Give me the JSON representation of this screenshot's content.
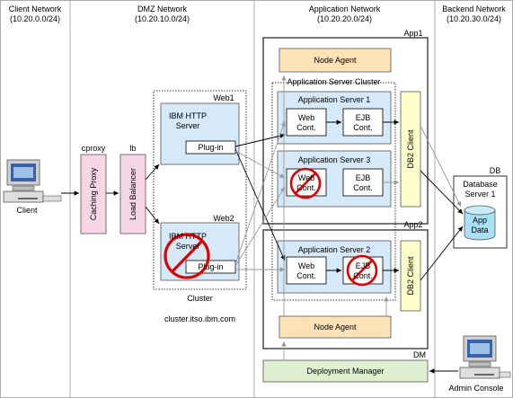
{
  "zones": [
    {
      "name": "Client Network",
      "subnet": "(10.20.0.0/24)"
    },
    {
      "name": "DMZ Network",
      "subnet": "(10.20.10.0/24)"
    },
    {
      "name": "Application Network",
      "subnet": "(10.20.20.0/24)"
    },
    {
      "name": "Backend Network",
      "subnet": "(10.20.30.0/24)"
    }
  ],
  "client": {
    "label": "Client"
  },
  "cproxy": {
    "title": "cproxy",
    "label": "Caching Proxy"
  },
  "lb": {
    "title": "lb",
    "label": "Load Balancer"
  },
  "web1": {
    "title": "Web1",
    "server_line1": "IBM HTTP",
    "server_line2": "Server",
    "plugin": "Plug-in"
  },
  "web2": {
    "title": "Web2",
    "server_line1": "IBM HTTP",
    "server_line2": "Server",
    "plugin": "Plug-in"
  },
  "web_cluster": {
    "label": "Cluster",
    "host": "cluster.itso.ibm.com"
  },
  "app1": {
    "title": "App1",
    "node_agent": "Node Agent",
    "cluster_label": "Application Server Cluster",
    "as1": {
      "title": "Application Server 1",
      "web1": "Web",
      "web2": "Cont.",
      "ejb1": "EJB",
      "ejb2": "Cont."
    },
    "as3": {
      "title": "Application Server 3",
      "web1": "Web",
      "web2": "Cont.",
      "ejb1": "EJB",
      "ejb2": "Cont."
    },
    "db2client": "DB2 Client"
  },
  "app2": {
    "title": "App2",
    "as2": {
      "title": "Application Server 2",
      "web1": "Web",
      "web2": "Cont.",
      "ejb1": "EJB",
      "ejb2": "Cont."
    },
    "db2client": "DB2 Client",
    "node_agent": "Node Agent"
  },
  "db": {
    "title": "DB",
    "server_line1": "Database",
    "server_line2": "Server 1",
    "data_line1": "App",
    "data_line2": "Data"
  },
  "dm": {
    "title": "DM",
    "label": "Deployment Manager"
  },
  "admin": {
    "label": "Admin Console"
  },
  "colors": {
    "orange_fill": "#fde2b8",
    "pink_fill": "#f6d6e6",
    "blue_fill": "#d6e9f8",
    "yellow_fill": "#fefecb",
    "green_fill": "#dff0d2",
    "cyan_fill": "#a9e0f5",
    "failure_red": "#e00000",
    "grey_line": "#999999"
  }
}
